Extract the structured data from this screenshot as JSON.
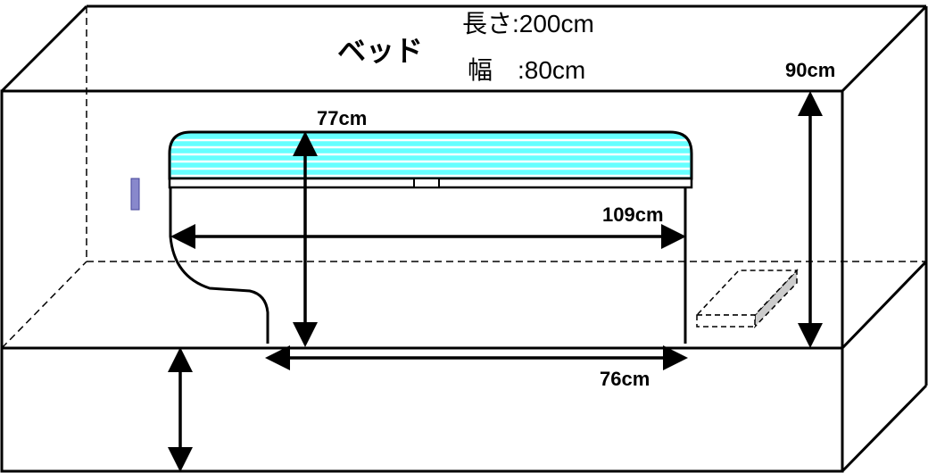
{
  "title": "ベッド",
  "specs": {
    "length": "長さ:200cm",
    "width": "幅　:80cm"
  },
  "dimensions": {
    "window_height": "77cm",
    "window_width": "109cm",
    "room_height": "90cm",
    "opening_width": "76cm"
  },
  "colors": {
    "glass": "#66ffff",
    "switch": "#8888cc",
    "box_shade": "#cccccc"
  }
}
